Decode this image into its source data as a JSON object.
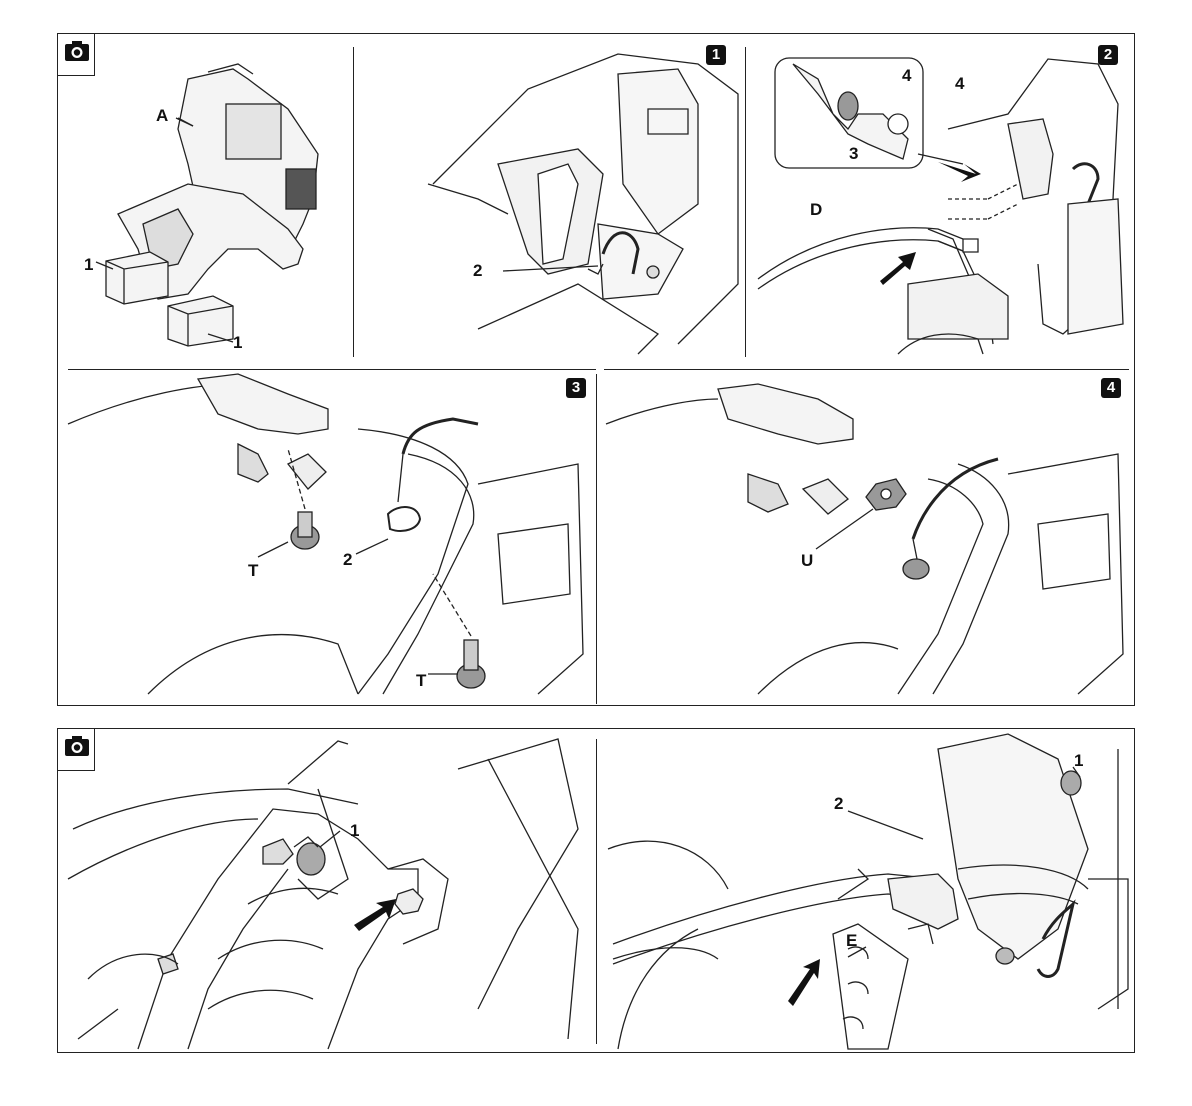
{
  "icons": {
    "camera": "camera-icon",
    "arrow": "arrow-icon"
  },
  "overview": {
    "label_a": "A",
    "label_1a": "1",
    "label_1b": "1"
  },
  "step1": {
    "badge": "1",
    "label_2": "2"
  },
  "step2": {
    "badge": "2",
    "label_4a": "4",
    "label_4b": "4",
    "label_3": "3",
    "label_d": "D"
  },
  "step3": {
    "badge": "3",
    "label_t1": "T",
    "label_2": "2",
    "label_t2": "T"
  },
  "step4": {
    "badge": "4",
    "label_u": "U"
  },
  "bottom_left": {
    "label_1": "1"
  },
  "bottom_right": {
    "label_1": "1",
    "label_2": "2",
    "label_e": "E"
  }
}
